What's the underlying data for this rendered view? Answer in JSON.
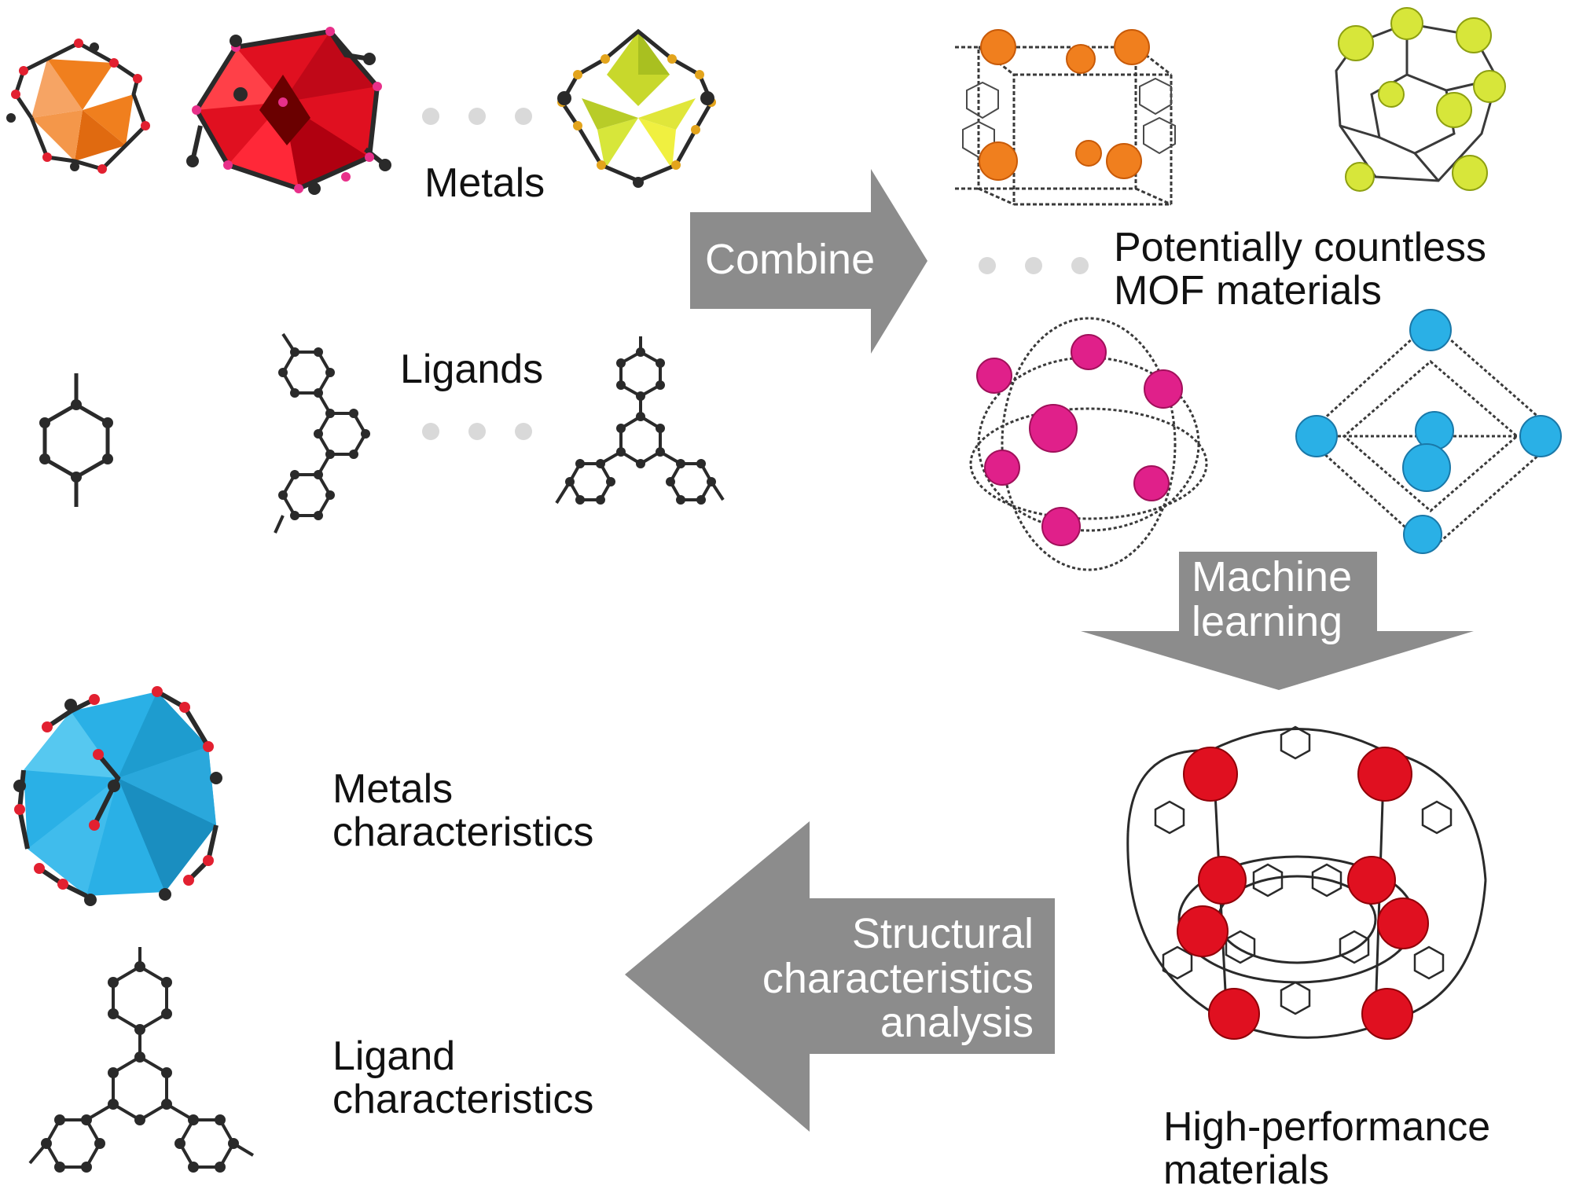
{
  "labels": {
    "metals": "Metals",
    "ligands": "Ligands",
    "countless_line1": "Potentially countless",
    "countless_line2": "MOF materials",
    "metals_char_line1": "Metals",
    "metals_char_line2": "characteristics",
    "ligand_char_line1": "Ligand",
    "ligand_char_line2": "characteristics",
    "hp_line1": "High-performance",
    "hp_line2": "materials"
  },
  "arrows": {
    "combine": "Combine",
    "ml_line1": "Machine",
    "ml_line2": "learning",
    "sca_line1": "Structural",
    "sca_line2": "characteristics",
    "sca_line3": "analysis"
  },
  "colors": {
    "arrow": "#8c8c8c",
    "dots": "#d9d9d9",
    "atom": "#2a2a2a",
    "orange": "#f07f1e",
    "orange_light": "#f6a464",
    "red": "#e01020",
    "red_light": "#ff4048",
    "yellow": "#d7e63a",
    "yellow_dark": "#a9c020",
    "magenta": "#e0208a",
    "cyan": "#2ab0e6",
    "cyan_light": "#56c8f0",
    "oxygen": "#e22030",
    "gold": "#e3a41c"
  }
}
